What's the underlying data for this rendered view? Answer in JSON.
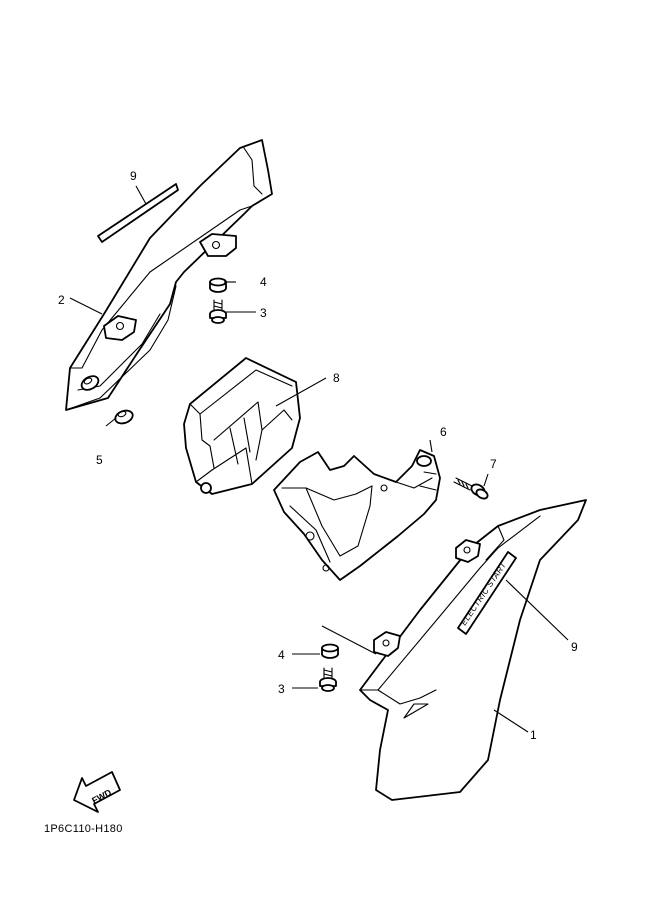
{
  "callouts": {
    "part_1": "1",
    "part_2": "2",
    "part_3_upper": "3",
    "part_3_lower": "3",
    "part_4_upper": "4",
    "part_4_lower": "4",
    "part_5": "5",
    "part_6": "6",
    "part_7": "7",
    "part_8": "8",
    "part_9_upper": "9",
    "part_9_lower": "9"
  },
  "fwd_label": "FWD",
  "decal_text": "ELECTRIC START",
  "diagram_code": "1P6C110-H180",
  "colors": {
    "line": "#000000",
    "background": "#ffffff"
  }
}
